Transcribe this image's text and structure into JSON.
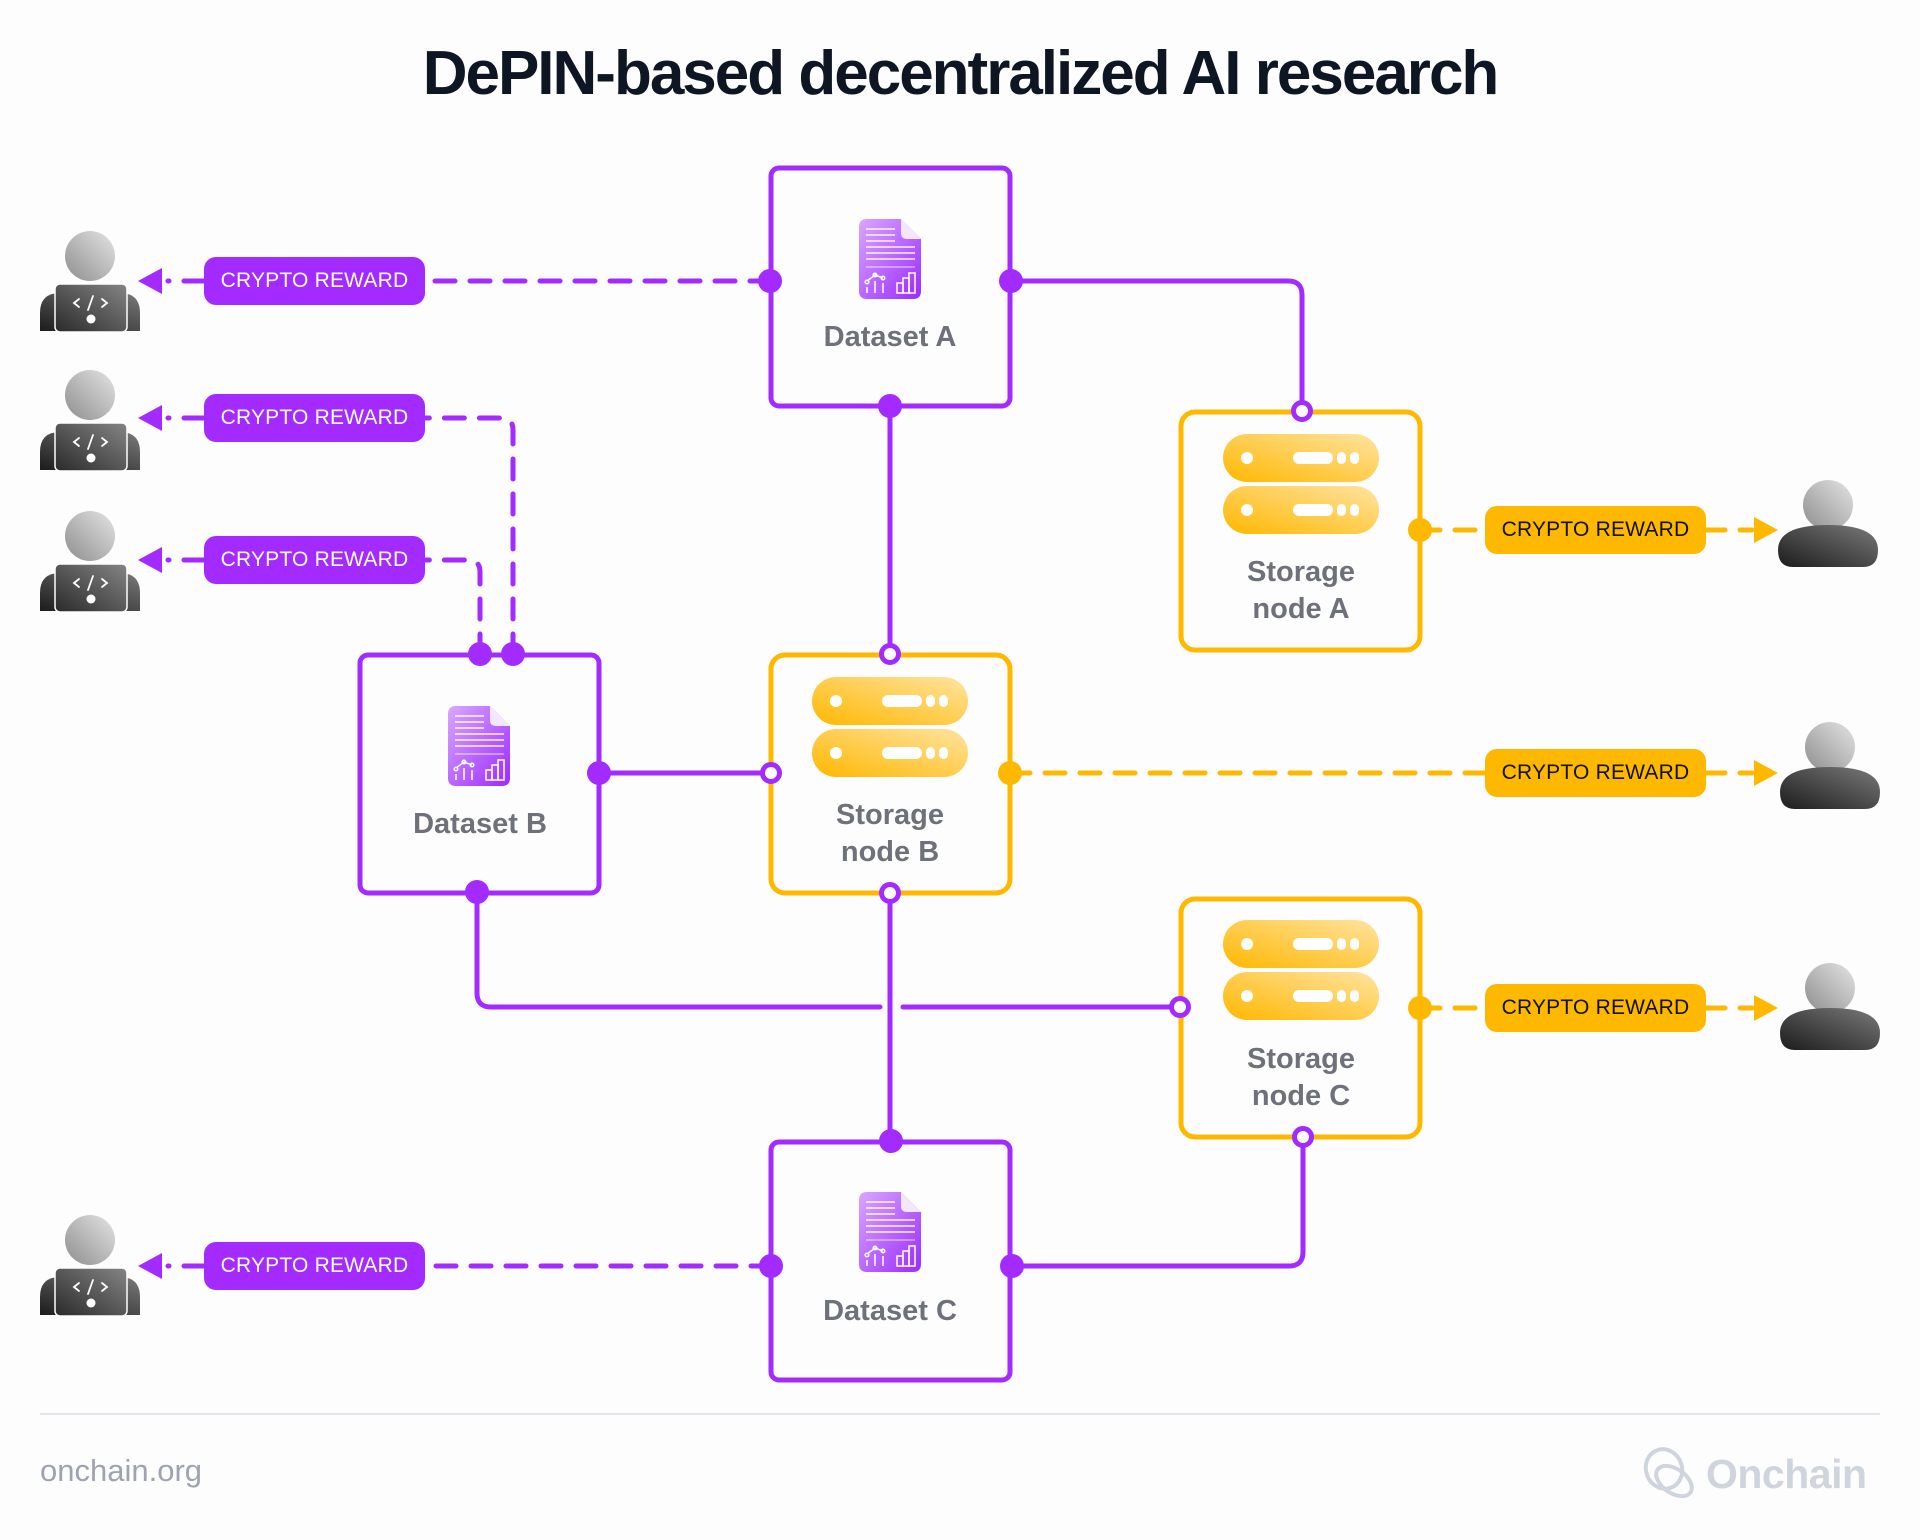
{
  "title": "DePIN-based decentralized AI research",
  "colors": {
    "purple": "#A32BFF",
    "yellow": "#FFB800",
    "label_gray": "#6E717A",
    "title_dark": "#0F1623"
  },
  "datasets": [
    {
      "id": "dataset-a",
      "label": "Dataset A",
      "icon": "document-chart-icon"
    },
    {
      "id": "dataset-b",
      "label": "Dataset B",
      "icon": "document-chart-icon"
    },
    {
      "id": "dataset-c",
      "label": "Dataset C",
      "icon": "document-chart-icon"
    }
  ],
  "storage_nodes": [
    {
      "id": "storage-node-a",
      "label_line1": "Storage",
      "label_line2": "node A",
      "icon": "server-icon"
    },
    {
      "id": "storage-node-b",
      "label_line1": "Storage",
      "label_line2": "node B",
      "icon": "server-icon"
    },
    {
      "id": "storage-node-c",
      "label_line1": "Storage",
      "label_line2": "node C",
      "icon": "server-icon"
    }
  ],
  "reward_pills": {
    "researchers": [
      {
        "label": "CRYPTO REWARD",
        "source": "Dataset A",
        "recipient": "developer"
      },
      {
        "label": "CRYPTO REWARD",
        "source": "Dataset B",
        "recipient": "developer"
      },
      {
        "label": "CRYPTO REWARD",
        "source": "Dataset B",
        "recipient": "developer"
      },
      {
        "label": "CRYPTO REWARD",
        "source": "Dataset C",
        "recipient": "developer"
      }
    ],
    "storage_providers": [
      {
        "label": "CRYPTO REWARD",
        "source": "Storage node A",
        "recipient": "user"
      },
      {
        "label": "CRYPTO REWARD",
        "source": "Storage node B",
        "recipient": "user"
      },
      {
        "label": "CRYPTO REWARD",
        "source": "Storage node C",
        "recipient": "user"
      }
    ]
  },
  "connections": [
    {
      "from": "Dataset A",
      "to": "Storage node A"
    },
    {
      "from": "Dataset A",
      "to": "Storage node B"
    },
    {
      "from": "Dataset B",
      "to": "Storage node B"
    },
    {
      "from": "Dataset B",
      "to": "Storage node C"
    },
    {
      "from": "Storage node B",
      "to": "Dataset C"
    },
    {
      "from": "Dataset C",
      "to": "Storage node C"
    }
  ],
  "footer": {
    "website": "onchain.org",
    "brand": "Onchain"
  }
}
